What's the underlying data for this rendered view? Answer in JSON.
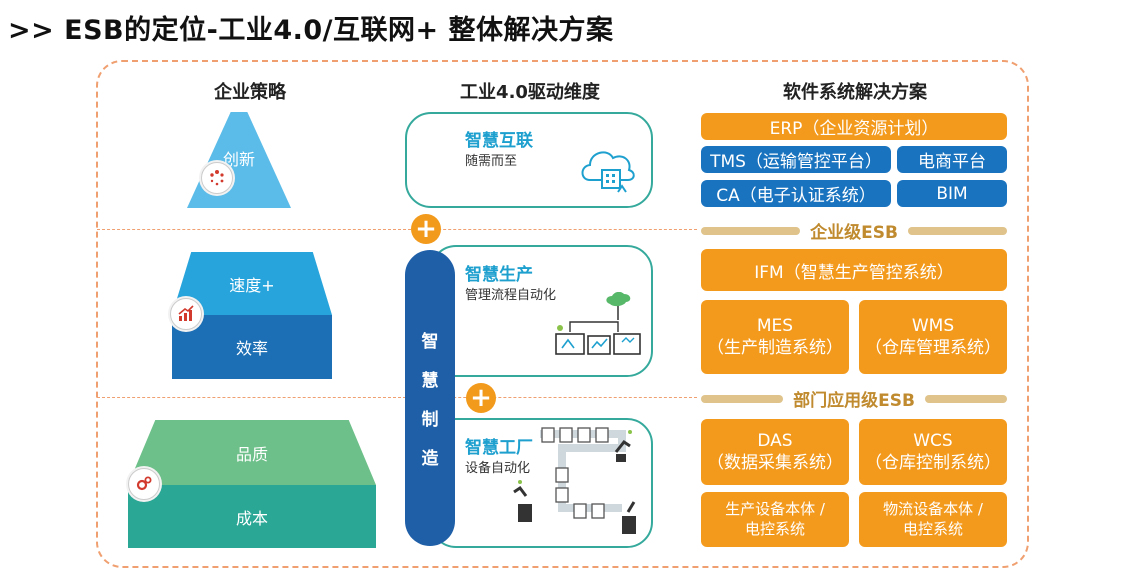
{
  "title": ">> ESB的定位-工业4.0/互联网+ 整体解决方案",
  "columns": {
    "left": "企业策略",
    "middle": "工业4.0驱动维度",
    "right": "软件系统解决方案"
  },
  "strategy": {
    "innovation": "创新",
    "speed": "速度+",
    "efficiency": "效率",
    "quality": "品质",
    "cost": "成本"
  },
  "middle": {
    "smart_internet": {
      "title": "智慧互联",
      "sub": "随需而至"
    },
    "smart_production": {
      "title": "智慧生产",
      "sub": "管理流程自动化"
    },
    "smart_factory": {
      "title": "智慧工厂",
      "sub": "设备自动化"
    },
    "smart_manufacturing": [
      "智",
      "慧",
      "制",
      "造"
    ],
    "plus": "+"
  },
  "right": {
    "erp": "ERP（企业资源计划）",
    "tms": "TMS（运输管控平台）",
    "ecommerce": "电商平台",
    "ca": "CA（电子认证系统）",
    "bim": "BIM",
    "enterprise_esb": "企业级ESB",
    "ifm": "IFM（智慧生产管控系统）",
    "mes": {
      "name": "MES",
      "desc": "（生产制造系统）"
    },
    "wms": {
      "name": "WMS",
      "desc": "（仓库管理系统）"
    },
    "department_esb": "部门应用级ESB",
    "das": {
      "name": "DAS",
      "desc": "（数据采集系统）"
    },
    "wcs": {
      "name": "WCS",
      "desc": "（仓库控制系统）"
    },
    "prod_equipment": {
      "line1": "生产设备本体 /",
      "line2": "电控系统"
    },
    "logistics_equipment": {
      "line1": "物流设备本体 /",
      "line2": "电控系统"
    }
  },
  "colors": {
    "orange": "#f39a1d",
    "blue": "#1a73bf",
    "teal_border": "#35a99c",
    "dark_blue": "#1e5fa8",
    "light_blue": "#5bbce9",
    "mid_blue": "#2a8fd0",
    "green": "#6dc089",
    "teal": "#2aa795",
    "dashed": "#f0a070"
  }
}
